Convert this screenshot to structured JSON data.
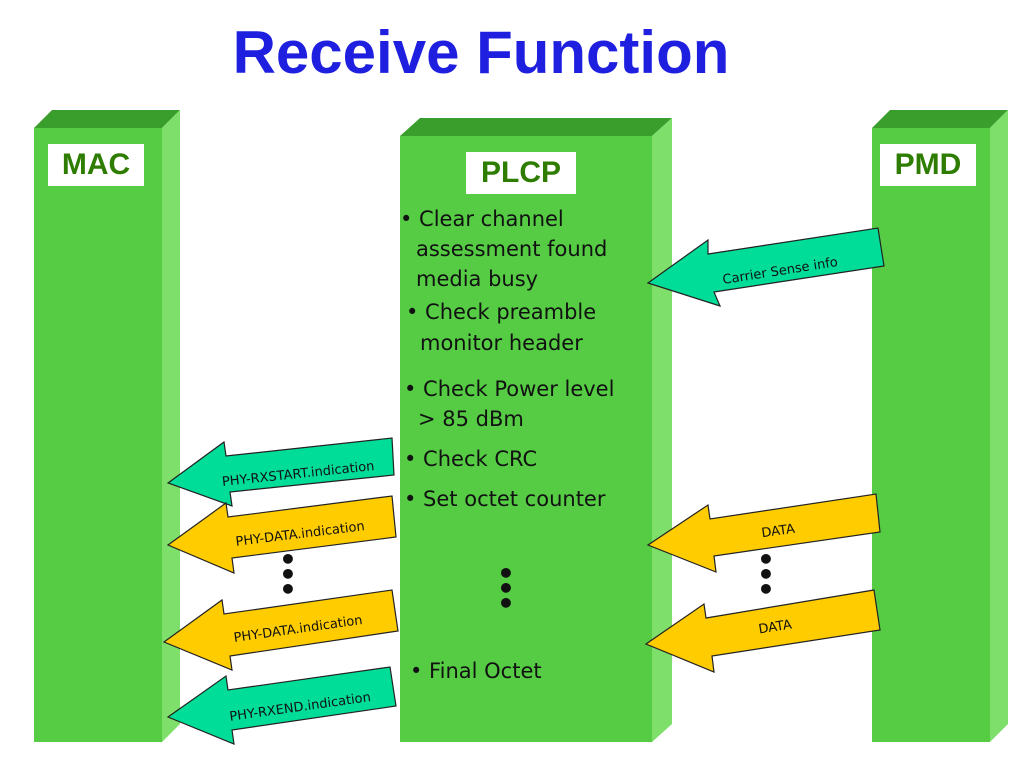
{
  "title": "Receive Function",
  "columns": {
    "mac": "MAC",
    "plcp": "PLCP",
    "pmd": "PMD"
  },
  "plcp_steps": [
    "• Clear channel",
    "assessment found",
    "media busy",
    "• Check preamble",
    "monitor header",
    "• Check Power level",
    "> 85 dBm",
    "• Check CRC",
    "• Set octet counter",
    "• Final Octet"
  ],
  "arrows": {
    "carrier_sense": "Carrier Sense info",
    "rxstart": "PHY-RXSTART.indication",
    "data_ind_1": "PHY-DATA.indication",
    "data_ind_2": "PHY-DATA.indication",
    "rxend": "PHY-RXEND.indication",
    "pmd_data_1": "DATA",
    "pmd_data_2": "DATA"
  },
  "ellipsis": "•",
  "colors": {
    "title": "#1f1fe0",
    "column_fill": "#55cc44",
    "column_top": "#3a9e2c",
    "column_side": "#7ee06a",
    "label_text": "#2e7d00",
    "arrow_teal": "#00dd99",
    "arrow_yellow": "#ffcc00"
  }
}
